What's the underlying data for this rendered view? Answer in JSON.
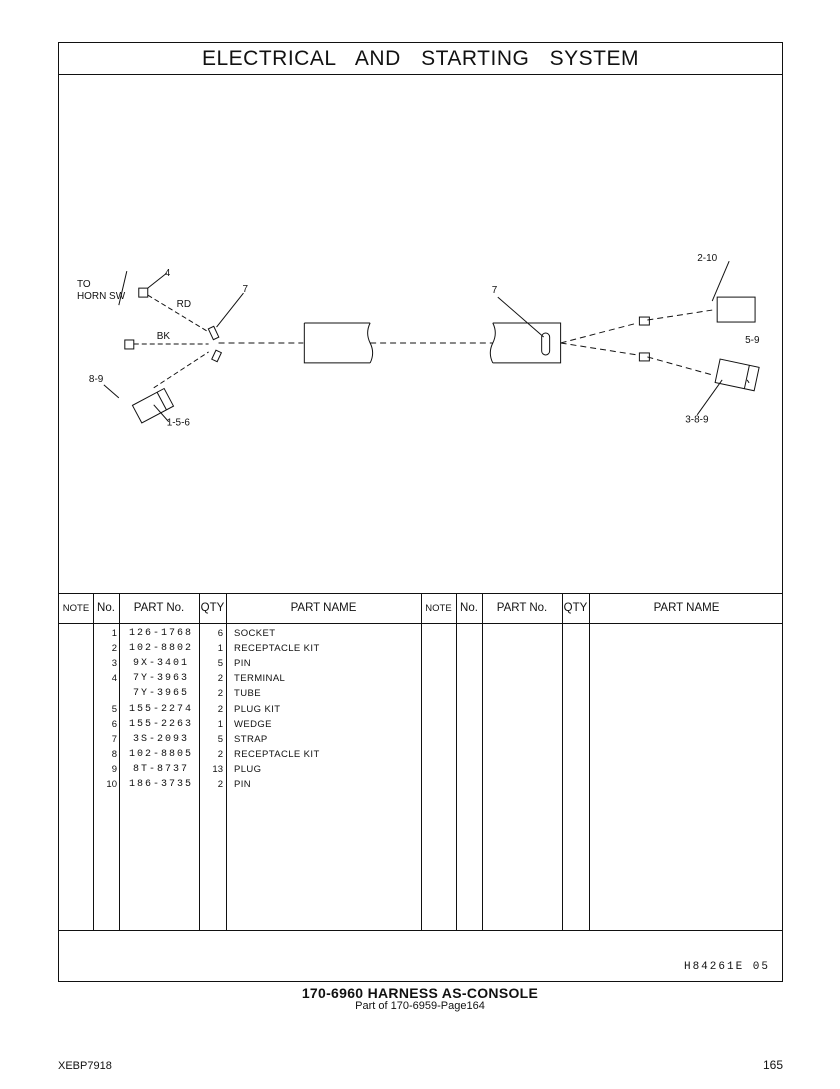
{
  "title": "ELECTRICAL AND STARTING SYSTEM",
  "diagram_labels": {
    "to_horn_line1": "TO",
    "to_horn_line2": "HORN SW",
    "rd": "RD",
    "bk": "BK",
    "c4": "4",
    "c7a": "7",
    "c89": "8-9",
    "c156": "1-5-6",
    "c7b": "7",
    "c210": "2-10",
    "c59": "5-9",
    "c389": "3-8-9"
  },
  "table_headers": {
    "note": "NOTE",
    "no": "No.",
    "part_no": "PART No.",
    "qty": "QTY",
    "part_name": "PART NAME"
  },
  "rows": [
    {
      "no": "1",
      "part_no": "126-1768",
      "qty": "6",
      "name": "SOCKET"
    },
    {
      "no": "2",
      "part_no": "102-8802",
      "qty": "1",
      "name": "RECEPTACLE KIT"
    },
    {
      "no": "3",
      "part_no": "9X-3401",
      "qty": "5",
      "name": "PIN"
    },
    {
      "no": "4",
      "part_no": "7Y-3963",
      "qty": "2",
      "name": "TERMINAL"
    },
    {
      "no": "",
      "part_no": "7Y-3965",
      "qty": "2",
      "name": "TUBE"
    },
    {
      "no": "5",
      "part_no": "155-2274",
      "qty": "2",
      "name": "PLUG KIT"
    },
    {
      "no": "6",
      "part_no": "155-2263",
      "qty": "1",
      "name": "WEDGE"
    },
    {
      "no": "7",
      "part_no": "3S-2093",
      "qty": "5",
      "name": "STRAP"
    },
    {
      "no": "8",
      "part_no": "102-8805",
      "qty": "2",
      "name": "RECEPTACLE KIT"
    },
    {
      "no": "9",
      "part_no": "8T-8737",
      "qty": "13",
      "name": "PLUG"
    },
    {
      "no": "10",
      "part_no": "186-3735",
      "qty": "2",
      "name": "PIN"
    }
  ],
  "footer_code": "H84261E   05",
  "caption_main": "170-6960  HARNESS AS-CONSOLE",
  "caption_sub": "Part of 170-6959-Page164",
  "page_ref": "XEBP7918",
  "page_number": "165"
}
